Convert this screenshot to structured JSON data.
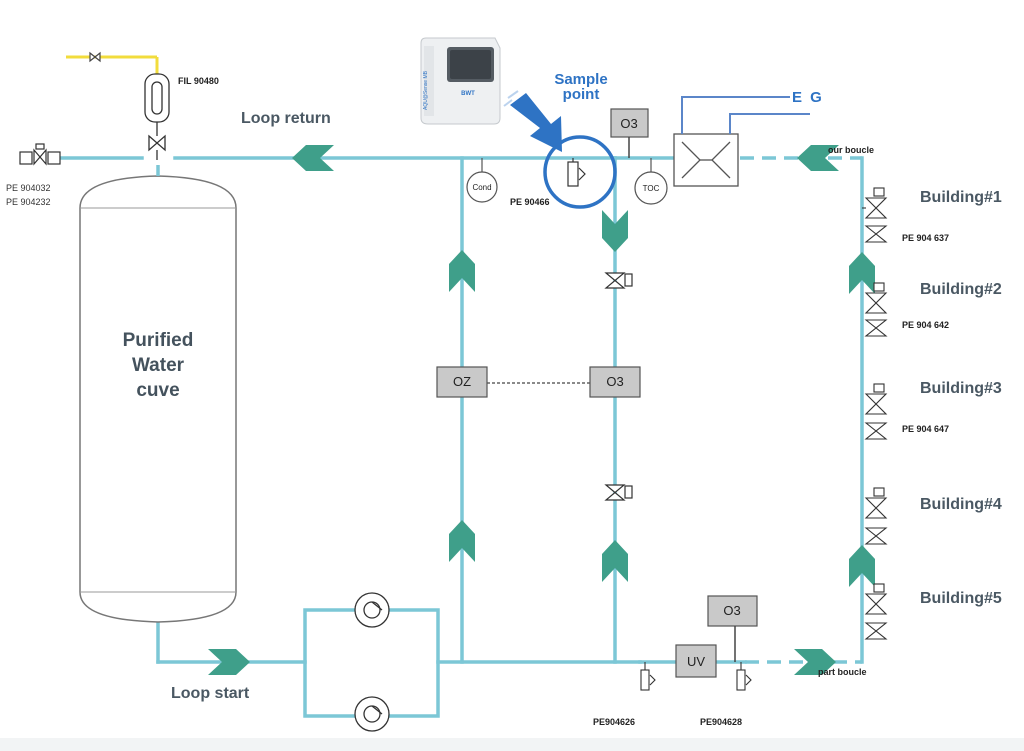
{
  "labels": {
    "tank": [
      "Purified",
      "Water",
      "cuve"
    ],
    "loop_return": "Loop return",
    "loop_start": "Loop start",
    "sample_point": [
      "Sample",
      "point"
    ],
    "eg": "E G",
    "fil": "FIL 90480",
    "pe_left_1": "PE 904032",
    "pe_left_2": "PE 904232",
    "pe_sample": "PE 90466",
    "pe_bottom_1": "PE904626",
    "pe_bottom_2": "PE904628",
    "retour": "our boucle",
    "depart": "part boucle",
    "cond": "Cond",
    "toc": "TOC",
    "oz": "OZ",
    "o3": "O3",
    "uv": "UV",
    "device_brand": "BWT",
    "device_side": "AQU@Sense MB"
  },
  "buildings": [
    {
      "name": "Building#1",
      "pe": "PE 904 637"
    },
    {
      "name": "Building#2",
      "pe": "PE 904 642"
    },
    {
      "name": "Building#3",
      "pe": "PE 904 647"
    },
    {
      "name": "Building#4",
      "pe": ""
    },
    {
      "name": "Building#5",
      "pe": ""
    }
  ],
  "colors": {
    "pipe": "#7cc7d6",
    "arrow": "#3f9f8a",
    "box": "#c9c9c9",
    "highlight": "#2e73c4",
    "yellow": "#f2dc3c",
    "blue_line": "#5b86c9"
  }
}
